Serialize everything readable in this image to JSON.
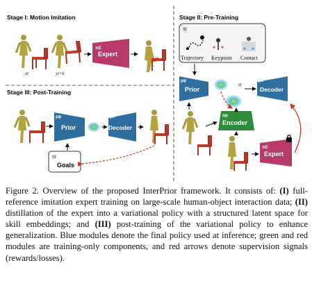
{
  "figure": {
    "stages": {
      "stage1": "Stage I: Motion Imitation",
      "stage2": "Stage II: Pre-Training",
      "stage3": "Stage III: Post-Training"
    },
    "modules": {
      "expert": "Expert",
      "prior": "Prior",
      "decoder": "Decoder",
      "encoder": "Encoder",
      "goals": "Goals"
    },
    "module_symbols": {
      "pi_e": "πE",
      "p_psi": "pψ",
      "p_theta": "pθ",
      "q_phi": "qφ",
      "z_t": "zt",
      "g_t": "𝒢t"
    },
    "inputs": {
      "x_t": "xt",
      "y_t1": "yt+k"
    },
    "goal_types": [
      "Trajectory",
      "Keypoint",
      "Contact"
    ],
    "colors": {
      "blue": "#2f6f9f",
      "green": "#2f8a3c",
      "red": "#b83a6a",
      "arrow_red": "#c0392b",
      "arrow_blue": "#1f4e8c"
    }
  },
  "caption": {
    "label": "Figure 2.",
    "intro": " Overview of the proposed InterPrior framework. It consists of: ",
    "item1_num": "(I)",
    "item1": " full-reference imitation expert training on large-scale human-object interaction data; ",
    "item2_num": "(II)",
    "item2": " distillation of the expert into a variational policy with a structured latent space for skill embeddings; and ",
    "item3_num": "(III)",
    "item3": " post-training of the variational policy to enhance generalization. Blue modules denote the final policy used at inference; green and red modules are training-only components, and red arrows denote supervision signals (rewards/losses)."
  }
}
